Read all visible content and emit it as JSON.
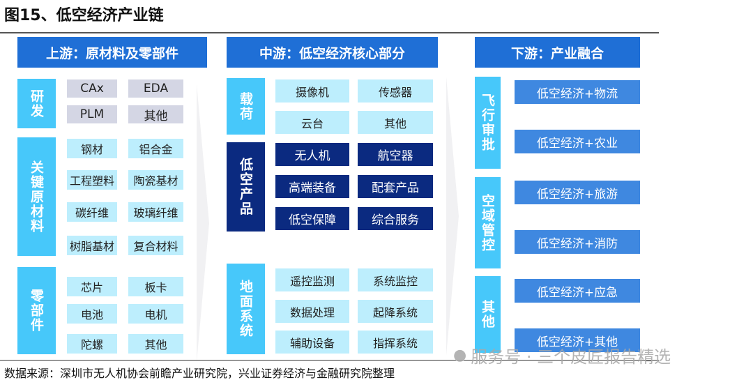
{
  "title": "图15、低空经济产业链",
  "upstream": {
    "header": "上游：原材料及零部件",
    "groups": [
      {
        "label": "研发",
        "items": [
          "CAx",
          "EDA",
          "PLM",
          "其他"
        ]
      },
      {
        "label": "关键原材料",
        "items": [
          "钢材",
          "铝合金",
          "工程塑料",
          "陶瓷基材",
          "碳纤维",
          "玻璃纤维",
          "树脂基材",
          "复合材料"
        ]
      },
      {
        "label": "零部件",
        "items": [
          "芯片",
          "板卡",
          "电池",
          "电机",
          "陀螺",
          "其他"
        ]
      }
    ]
  },
  "midstream": {
    "header": "中游：低空经济核心部分",
    "groups": [
      {
        "label": "载荷",
        "items": [
          "摄像机",
          "传感器",
          "云台",
          "其他"
        ]
      },
      {
        "label": "低空产品",
        "items": [
          "无人机",
          "航空器",
          "高端装备",
          "配套产品",
          "低空保障",
          "综合服务"
        ]
      },
      {
        "label": "地面系统",
        "items": [
          "遥控监测",
          "系统监控",
          "数据处理",
          "起降系统",
          "辅助设备",
          "指挥系统"
        ]
      }
    ]
  },
  "downstream": {
    "header": "下游：产业融合",
    "groups": [
      {
        "label": "飞行审批",
        "items": [
          "低空经济+物流",
          "低空经济+农业"
        ]
      },
      {
        "label": "空域管控",
        "items": [
          "低空经济+旅游",
          "低空经济+消防"
        ]
      },
      {
        "label": "其他",
        "items": [
          "低空经济+应急",
          "低空经济+其他"
        ]
      }
    ]
  },
  "source": "数据来源：深圳市无人机协会前瞻产业研究院，兴业证券经济与金融研究院整理",
  "watermark": "服务号 · 三个皮匠报告精选"
}
